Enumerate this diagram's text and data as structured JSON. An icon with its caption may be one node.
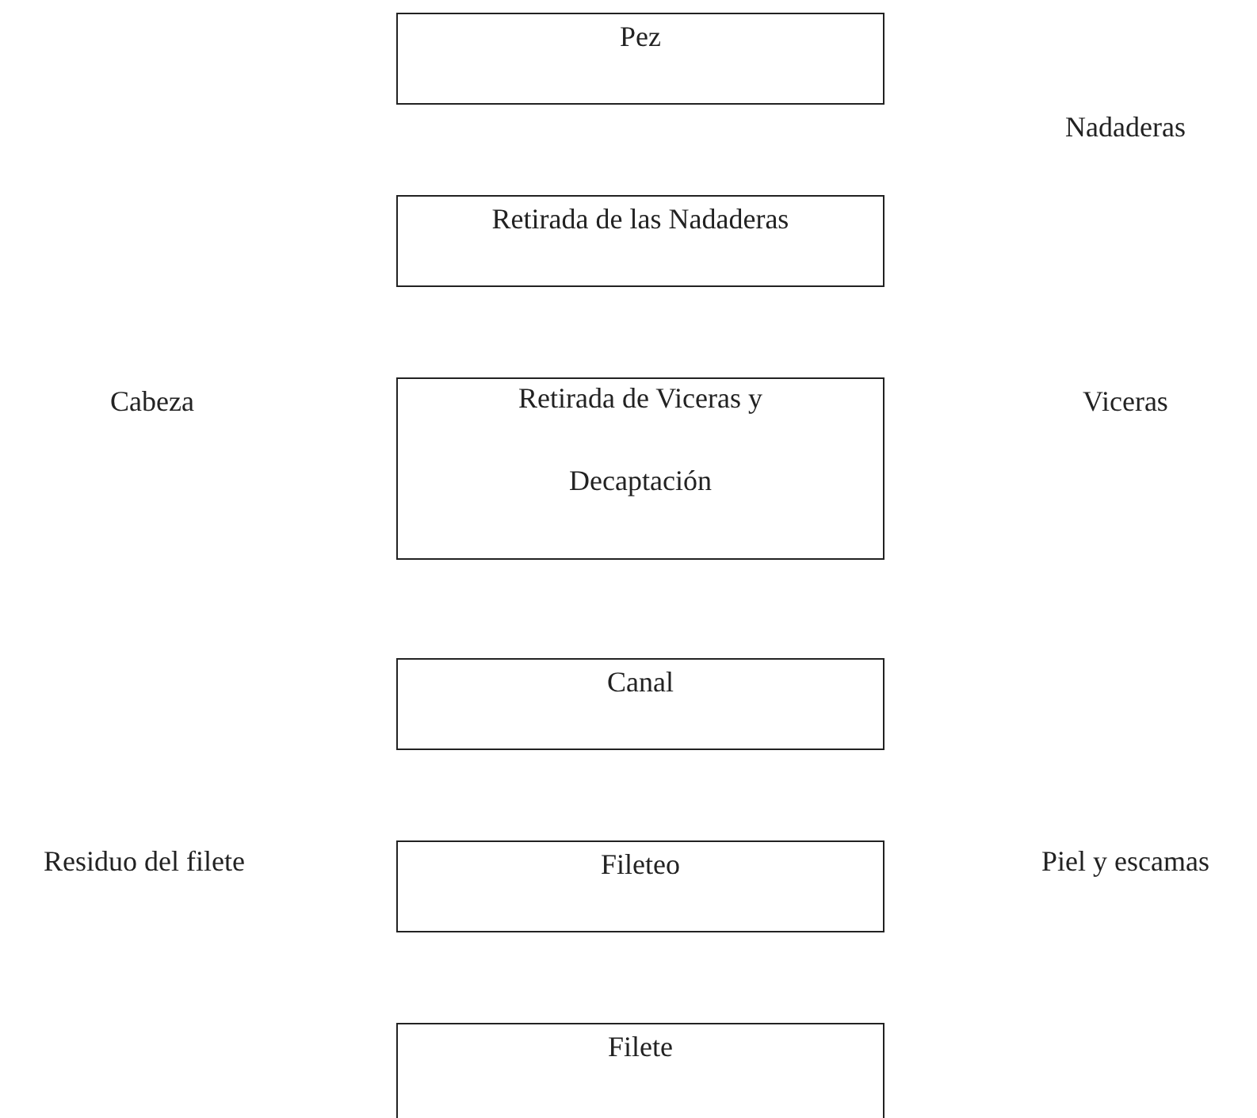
{
  "diagram": {
    "nodes": [
      {
        "text": [
          "Pez"
        ]
      },
      {
        "text": [
          "Retirada de las Nadaderas"
        ]
      },
      {
        "text": [
          "Retirada de Viceras y Decaptación"
        ]
      },
      {
        "text": [
          "Canal"
        ]
      },
      {
        "text": [
          "Fileteo"
        ]
      },
      {
        "text": [
          "Filete"
        ]
      }
    ],
    "edges": [],
    "labels": [
      "Nadaderas",
      "Cabeza",
      "Viceras",
      "Residuo del filete",
      "Piel y escamas"
    ]
  }
}
